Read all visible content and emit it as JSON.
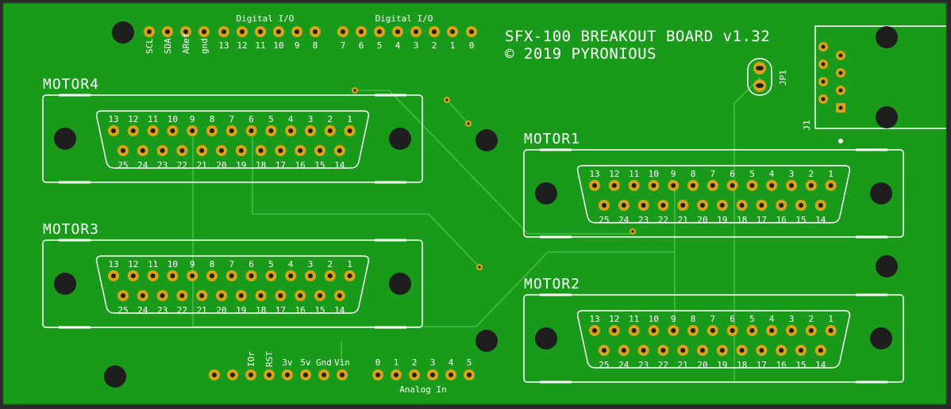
{
  "board": {
    "title_line1": "SFX-100 BREAKOUT BOARD v1.32",
    "title_line2": "© 2019 PYRONIOUS",
    "jumper_label": "JP1",
    "connector_label": "J1"
  },
  "digital_io": {
    "label": "Digital I/O",
    "left_pins": [
      "SCL",
      "SDA",
      "ARef",
      "gnd",
      "13",
      "12",
      "11",
      "10",
      "9",
      "8"
    ],
    "right_pins": [
      "7",
      "6",
      "5",
      "4",
      "3",
      "2",
      "1",
      "0"
    ]
  },
  "power": {
    "pins": [
      "IOr",
      "RST",
      "3v",
      "5v",
      "Gnd",
      "Vin"
    ]
  },
  "analog": {
    "label": "Analog In",
    "pins": [
      "0",
      "1",
      "2",
      "3",
      "4",
      "5"
    ]
  },
  "connector": {
    "top_row": [
      "13",
      "12",
      "11",
      "10",
      "9",
      "8",
      "7",
      "6",
      "5",
      "4",
      "3",
      "2",
      "1"
    ],
    "bottom_row": [
      "25",
      "24",
      "23",
      "22",
      "21",
      "20",
      "19",
      "18",
      "17",
      "16",
      "15",
      "14"
    ]
  },
  "motors": [
    {
      "name": "MOTOR4"
    },
    {
      "name": "MOTOR3"
    },
    {
      "name": "MOTOR1"
    },
    {
      "name": "MOTOR2"
    }
  ],
  "colors": {
    "background": "#2b2b2b",
    "board": "#1a9a1a",
    "silkscreen": "#ffffff",
    "pad": "#d9a21b",
    "hole": "#1e1e1e",
    "trace": "#4fc24f"
  }
}
